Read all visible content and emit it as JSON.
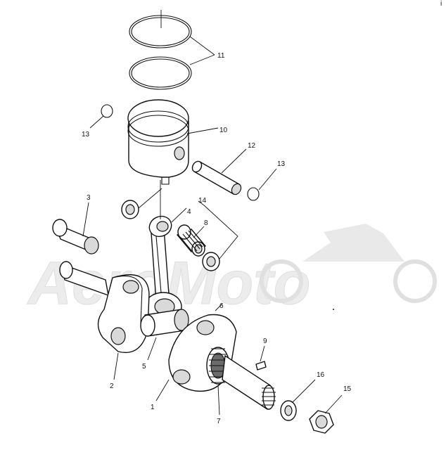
{
  "diagram": {
    "watermark_logo": "AeroMoto",
    "corner_mark": "i",
    "callouts": [
      {
        "id": "c1",
        "label": "1"
      },
      {
        "id": "c2",
        "label": "2"
      },
      {
        "id": "c3",
        "label": "3"
      },
      {
        "id": "c4",
        "label": "4"
      },
      {
        "id": "c5",
        "label": "5"
      },
      {
        "id": "c6",
        "label": "6"
      },
      {
        "id": "c7",
        "label": "7"
      },
      {
        "id": "c8",
        "label": "8"
      },
      {
        "id": "c9",
        "label": "9"
      },
      {
        "id": "c10",
        "label": "10"
      },
      {
        "id": "c11",
        "label": "11"
      },
      {
        "id": "c12",
        "label": "12"
      },
      {
        "id": "c13a",
        "label": "13"
      },
      {
        "id": "c13b",
        "label": "13"
      },
      {
        "id": "c14",
        "label": "14"
      },
      {
        "id": "c15",
        "label": "15"
      },
      {
        "id": "c16",
        "label": "16"
      }
    ],
    "colors": {
      "line": "#111111",
      "background": "#ffffff",
      "watermark": "#e9e9e9"
    }
  }
}
